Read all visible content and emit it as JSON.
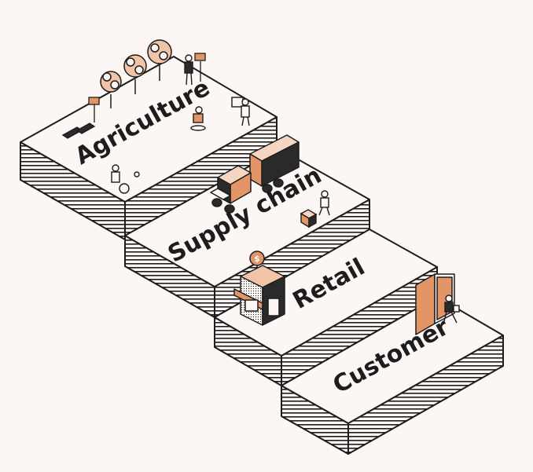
{
  "diagram": {
    "steps": [
      {
        "id": "agriculture",
        "label": "Agriculture"
      },
      {
        "id": "supply-chain",
        "label": "Supply chain"
      },
      {
        "id": "retail",
        "label": "Retail"
      },
      {
        "id": "customer",
        "label": "Customer"
      }
    ]
  },
  "colors": {
    "background": "#fcf7f4",
    "ink": "#1d1d1d",
    "accent": "#e39568",
    "dark": "#2a2a2a"
  },
  "icons": [
    "tree-icon",
    "solar-panel-icon",
    "farmer-icon",
    "truck-icon",
    "box-icon",
    "worker-icon",
    "shop-icon",
    "door-icon",
    "customer-icon"
  ]
}
